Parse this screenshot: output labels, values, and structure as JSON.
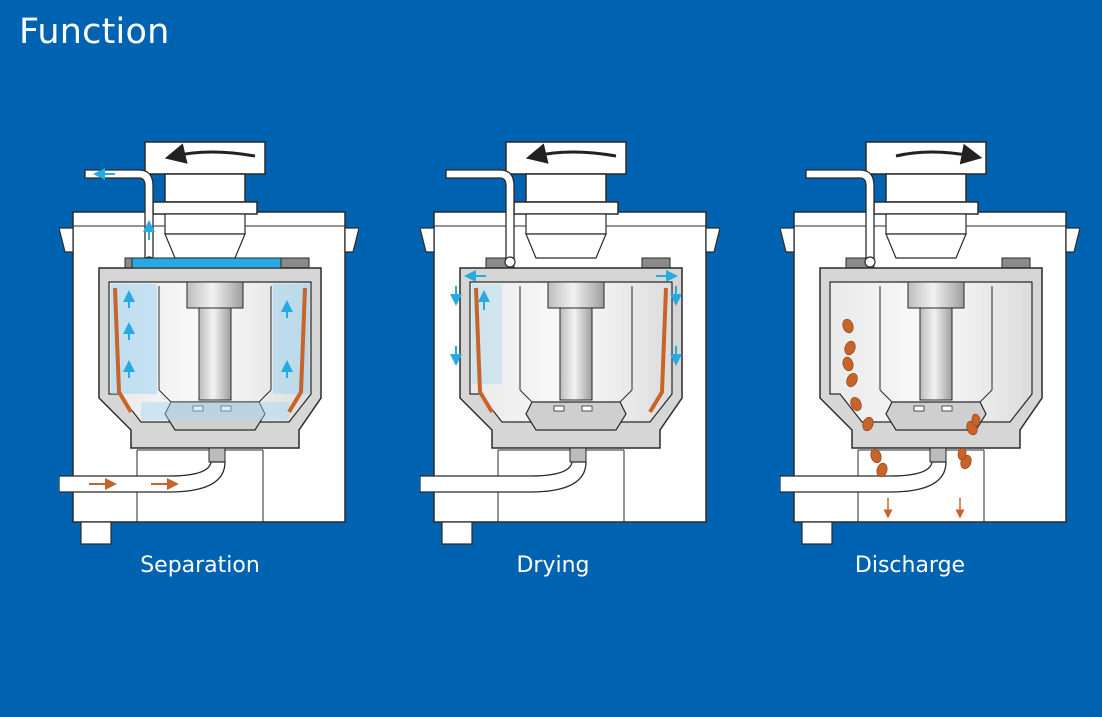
{
  "title": "Function",
  "panels": [
    {
      "label": "Separation",
      "rotation": "counterclockwise",
      "phase": "separation"
    },
    {
      "label": "Drying",
      "rotation": "counterclockwise",
      "phase": "drying"
    },
    {
      "label": "Discharge",
      "rotation": "clockwise",
      "phase": "discharge"
    }
  ],
  "colors": {
    "background": "#0063b1",
    "housing": "#ffffff",
    "metal": "#d6d6d6",
    "outline": "#2a2a2a",
    "liquid": "#29a9e1",
    "solids": "#c8642a"
  }
}
